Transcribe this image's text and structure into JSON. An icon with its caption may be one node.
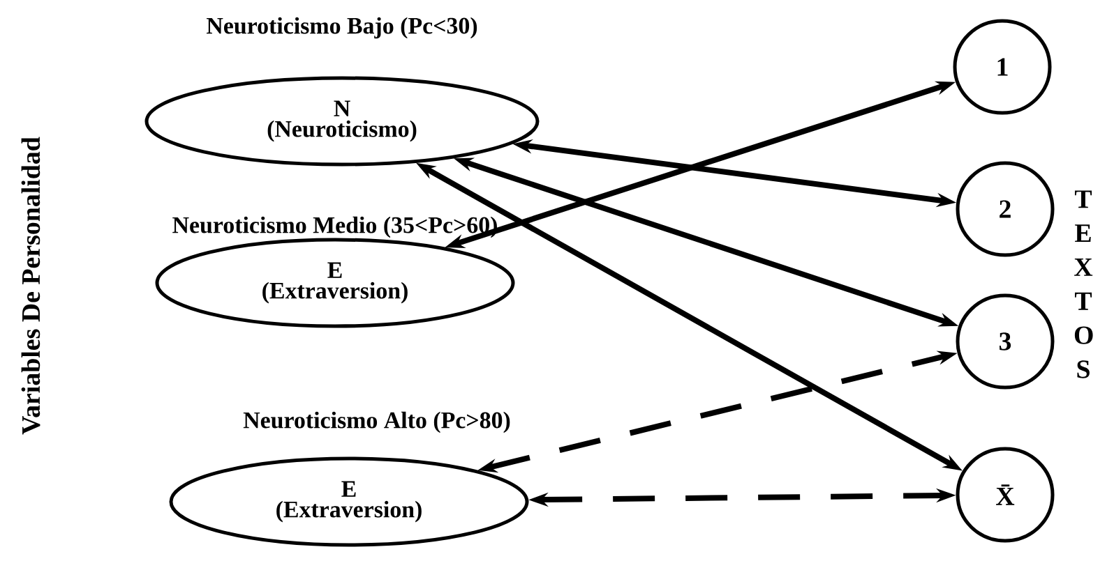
{
  "diagram": {
    "nodes": [
      {
        "text": [
          "Neuroticismo Bajo  (Pc<30)",
          "N",
          "(Neuroticismo)"
        ]
      },
      {
        "text": [
          "Neuroticismo Medio (35<Pc>60)",
          "E",
          "(Extraversion)"
        ]
      },
      {
        "text": [
          "Neuroticismo Alto (Pc>80)",
          "E",
          "(Extraversion)"
        ]
      },
      {
        "text": [
          "1"
        ]
      },
      {
        "text": [
          "2"
        ]
      },
      {
        "text": [
          "3"
        ]
      },
      {
        "text": [
          "X̄"
        ]
      }
    ],
    "edges": [
      {
        "from": 0,
        "to": 4,
        "arrow": "both"
      },
      {
        "from": 0,
        "to": 5,
        "arrow": "both"
      },
      {
        "from": 0,
        "to": 6,
        "arrow": "both"
      },
      {
        "from": 1,
        "to": 3,
        "arrow": "both"
      },
      {
        "from": 2,
        "to": 5,
        "arrow": "both",
        "style": "dashed"
      },
      {
        "from": 2,
        "to": 6,
        "arrow": "both",
        "style": "dashed"
      }
    ],
    "labels": [
      "Variables De Personalidad",
      "T E X T O S"
    ]
  }
}
